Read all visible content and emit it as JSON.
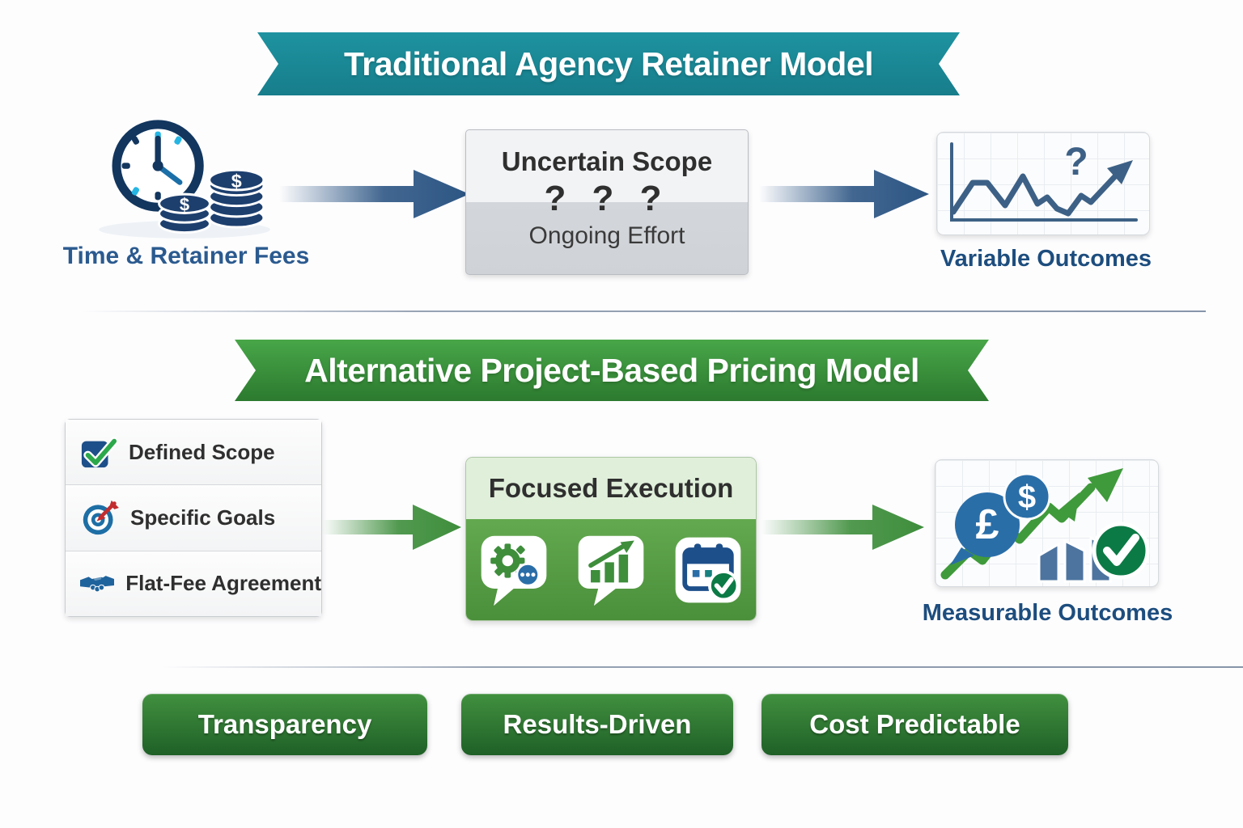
{
  "colors": {
    "teal_banner": "#1b8794",
    "green_banner": "#3a9b3d",
    "navy_arrow": "#2d5684",
    "navy_text": "#1d4d7e",
    "green_accent": "#3e8e3c",
    "benefit_button_green": "#2f7d33",
    "red_dart": "#c22b2f",
    "check_green": "#0c7a45",
    "coin_navy": "#1d3f6e",
    "clock_cyan": "#25b5e3"
  },
  "traditional": {
    "banner": "Traditional Agency Retainer Model",
    "input": {
      "label": "Time & Retainer Fees",
      "icon": "clock-and-coins",
      "coin_symbol": "$"
    },
    "process": {
      "title": "Uncertain Scope",
      "questions": "? ? ?",
      "subtitle": "Ongoing Effort"
    },
    "outcome": {
      "label": "Variable Outcomes",
      "chart_question_mark": "?"
    }
  },
  "alternative": {
    "banner": "Alternative Project-Based Pricing Model",
    "inputs": [
      {
        "label": "Defined Scope",
        "icon": "checkbox"
      },
      {
        "label": "Specific Goals",
        "icon": "target"
      },
      {
        "label": "Flat-Fee Agreement",
        "icon": "handshake"
      }
    ],
    "process": {
      "title": "Focused Execution",
      "icons": [
        "gears-chat-bubble",
        "growth-chart-bubble",
        "calendar-check"
      ]
    },
    "outcome": {
      "label": "Measurable Outcomes",
      "pound_symbol": "£",
      "dollar_symbol": "$"
    }
  },
  "benefits": [
    {
      "label": "Transparency"
    },
    {
      "label": "Results-Driven"
    },
    {
      "label": "Cost Predictable"
    }
  ]
}
